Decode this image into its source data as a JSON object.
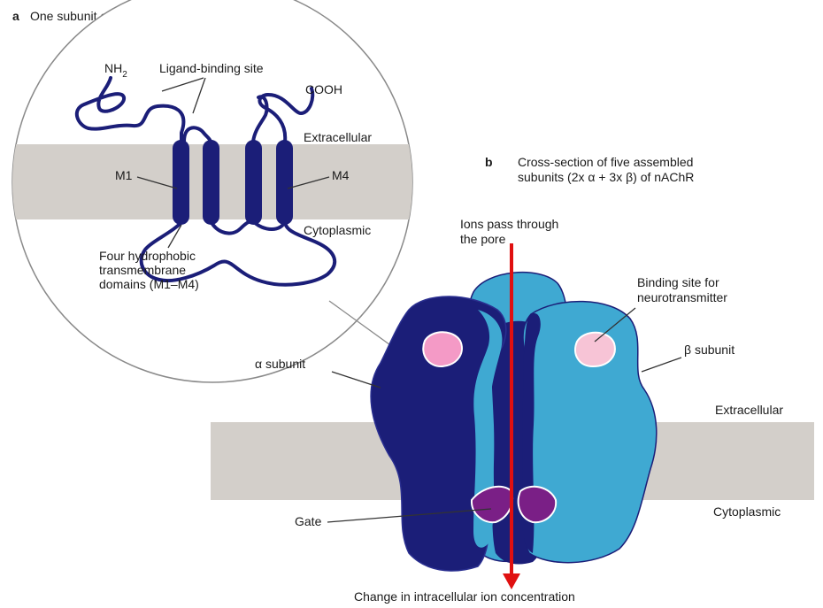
{
  "panel_a": {
    "letter": "a",
    "title": "One subunit of nAChR",
    "labels": {
      "nh2": "NH",
      "nh2_sub": "2",
      "ligand_binding_site": "Ligand-binding site",
      "cooh": "COOH",
      "extracellular": "Extracellular",
      "cytoplasmic": "Cytoplasmic",
      "m1": "M1",
      "m4": "M4",
      "domains_line1": "Four hydrophobic",
      "domains_line2": "transmembrane",
      "domains_line3": "domains (M1–M4)"
    }
  },
  "panel_b": {
    "letter": "b",
    "title_line1": "Cross-section of five assembled",
    "title_line2": "subunits (2x α + 3x β) of nAChR",
    "labels": {
      "ions_line1": "Ions pass through",
      "ions_line2": "the pore",
      "binding_line1": "Binding site for",
      "binding_line2": "neurotransmitter",
      "alpha_subunit": "α subunit",
      "beta_subunit": "β subunit",
      "extracellular": "Extracellular",
      "cytoplasmic": "Cytoplasmic",
      "gate": "Gate",
      "change": "Change in intracellular ion concentration"
    }
  },
  "colors": {
    "membrane": "#d3cfca",
    "alpha": "#1b1e78",
    "beta": "#3fa9d2",
    "binding_alpha": "#f49ac6",
    "binding_beta": "#f7c4d6",
    "gate": "#7a1f86",
    "ion_arrow": "#e01010",
    "chain": "#1b1e78"
  }
}
